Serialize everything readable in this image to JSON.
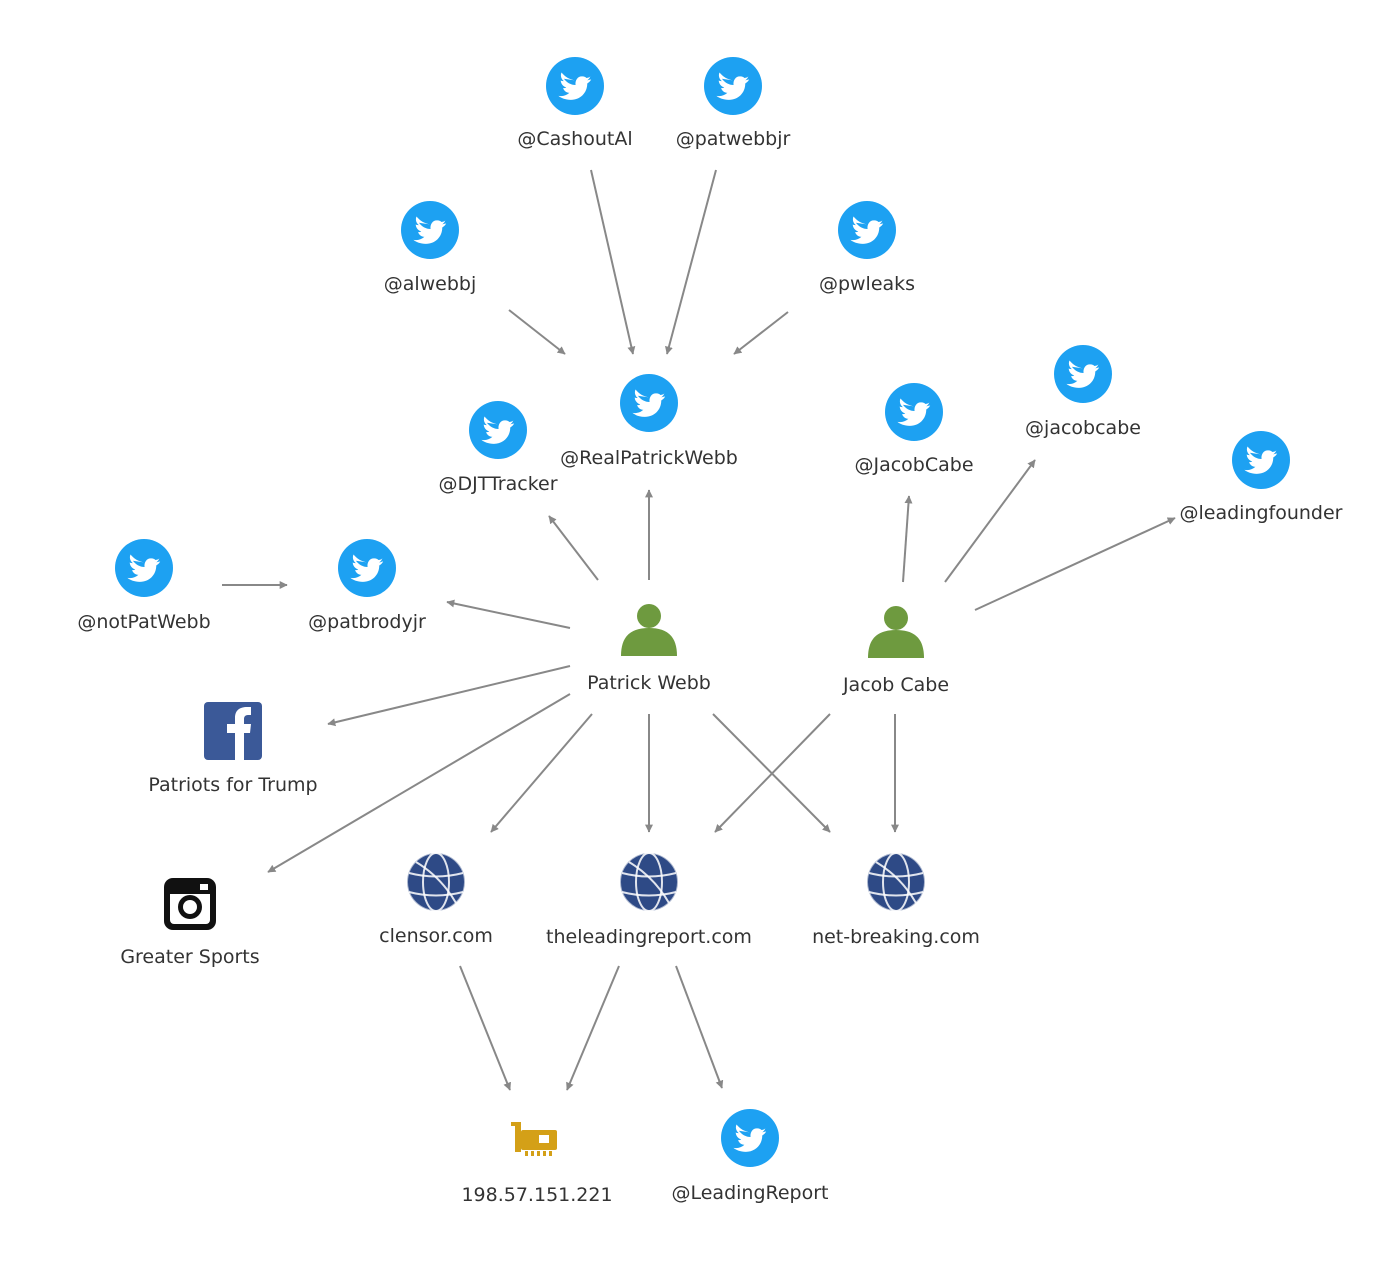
{
  "colors": {
    "twitter": "#1da1f2",
    "person": "#6e9a3f",
    "globe": "#2e4a86",
    "facebook": "#3b5998",
    "instagram": "#111111",
    "ip": "#d4a017",
    "edge": "#888888",
    "label": "#333333"
  },
  "nodes": [
    {
      "id": "cashoutal",
      "type": "twitter",
      "icon": "twitter-icon",
      "label": "@CashoutAl"
    },
    {
      "id": "patwebbjr",
      "type": "twitter",
      "icon": "twitter-icon",
      "label": "@patwebbjr"
    },
    {
      "id": "alwebbj",
      "type": "twitter",
      "icon": "twitter-icon",
      "label": "@alwebbj"
    },
    {
      "id": "pwleaks",
      "type": "twitter",
      "icon": "twitter-icon",
      "label": "@pwleaks"
    },
    {
      "id": "realpatrickwebb",
      "type": "twitter",
      "icon": "twitter-icon",
      "label": "@RealPatrickWebb"
    },
    {
      "id": "djttracker",
      "type": "twitter",
      "icon": "twitter-icon",
      "label": "@DJTTracker"
    },
    {
      "id": "jacobcabe_cap",
      "type": "twitter",
      "icon": "twitter-icon",
      "label": "@JacobCabe"
    },
    {
      "id": "jacobcabe_low",
      "type": "twitter",
      "icon": "twitter-icon",
      "label": "@jacobcabe"
    },
    {
      "id": "leadingfounder",
      "type": "twitter",
      "icon": "twitter-icon",
      "label": "@leadingfounder"
    },
    {
      "id": "notpatwebb",
      "type": "twitter",
      "icon": "twitter-icon",
      "label": "@notPatWebb"
    },
    {
      "id": "patbrodyjr",
      "type": "twitter",
      "icon": "twitter-icon",
      "label": "@patbrodyjr"
    },
    {
      "id": "patrickwebb",
      "type": "person",
      "icon": "person-icon",
      "label": "Patrick Webb"
    },
    {
      "id": "jacobcabe_person",
      "type": "person",
      "icon": "person-icon",
      "label": "Jacob Cabe"
    },
    {
      "id": "patriots",
      "type": "facebook",
      "icon": "facebook-icon",
      "label": "Patriots for Trump"
    },
    {
      "id": "greatersports",
      "type": "instagram",
      "icon": "instagram-icon",
      "label": "Greater Sports"
    },
    {
      "id": "clensor",
      "type": "globe",
      "icon": "globe-icon",
      "label": "clensor.com"
    },
    {
      "id": "leadingreport",
      "type": "globe",
      "icon": "globe-icon",
      "label": "theleadingreport.com"
    },
    {
      "id": "netbreaking",
      "type": "globe",
      "icon": "globe-icon",
      "label": "net-breaking.com"
    },
    {
      "id": "ip",
      "type": "ip",
      "icon": "network-card-icon",
      "label": "198.57.151.221"
    },
    {
      "id": "leadingreport_tw",
      "type": "twitter",
      "icon": "twitter-icon",
      "label": "@LeadingReport"
    }
  ],
  "edges": [
    {
      "from": "cashoutal",
      "to": "realpatrickwebb"
    },
    {
      "from": "patwebbjr",
      "to": "realpatrickwebb"
    },
    {
      "from": "alwebbj",
      "to": "realpatrickwebb"
    },
    {
      "from": "pwleaks",
      "to": "realpatrickwebb"
    },
    {
      "from": "patrickwebb",
      "to": "realpatrickwebb"
    },
    {
      "from": "patrickwebb",
      "to": "djttracker"
    },
    {
      "from": "patrickwebb",
      "to": "patbrodyjr"
    },
    {
      "from": "notpatwebb",
      "to": "patbrodyjr"
    },
    {
      "from": "patrickwebb",
      "to": "patriots"
    },
    {
      "from": "patrickwebb",
      "to": "greatersports"
    },
    {
      "from": "patrickwebb",
      "to": "clensor"
    },
    {
      "from": "patrickwebb",
      "to": "leadingreport"
    },
    {
      "from": "patrickwebb",
      "to": "netbreaking"
    },
    {
      "from": "jacobcabe_person",
      "to": "jacobcabe_cap"
    },
    {
      "from": "jacobcabe_person",
      "to": "jacobcabe_low"
    },
    {
      "from": "jacobcabe_person",
      "to": "leadingfounder"
    },
    {
      "from": "jacobcabe_person",
      "to": "leadingreport"
    },
    {
      "from": "jacobcabe_person",
      "to": "netbreaking"
    },
    {
      "from": "clensor",
      "to": "ip"
    },
    {
      "from": "leadingreport",
      "to": "ip"
    },
    {
      "from": "leadingreport",
      "to": "leadingreport_tw"
    }
  ]
}
